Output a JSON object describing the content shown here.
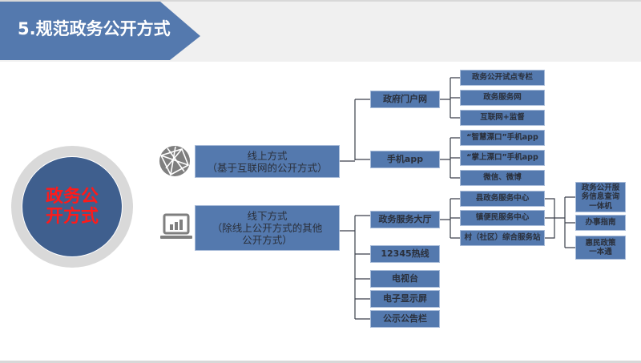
{
  "header": {
    "title": "5.规范政务公开方式"
  },
  "center": {
    "label": "政务公开方式"
  },
  "branches": {
    "online": {
      "label": "线上方式\n（基于互联网的公开方式）",
      "icon": "globe-icon",
      "children": [
        {
          "label": "政府门户网",
          "children": [
            "政务公开试点专栏",
            "政务服务网",
            "互联网+监督"
          ]
        },
        {
          "label": "手机app",
          "children": [
            "“智慧溧口”手机app",
            "“掌上溧口”手机app",
            "微信、微博"
          ]
        }
      ]
    },
    "offline": {
      "label": "线下方式\n（除线上公开方式的其他\n公开方式）",
      "icon": "laptop-chart-icon",
      "children": [
        {
          "label": "政务服务大厅",
          "children": [
            "县政务服务中心",
            "镇便民服务中心",
            "村（社区）综合服务站"
          ],
          "outputs": [
            "政务公开服务信息查询一体机",
            "办事指南",
            "惠民政策一本通"
          ]
        },
        {
          "label": "12345热线"
        },
        {
          "label": "电视台"
        },
        {
          "label": "电子显示屏"
        },
        {
          "label": "公示公告栏"
        }
      ]
    }
  },
  "colors": {
    "box": "#5479ae",
    "accent_text": "#ff1a1a",
    "circle": "#3f5f8e"
  }
}
